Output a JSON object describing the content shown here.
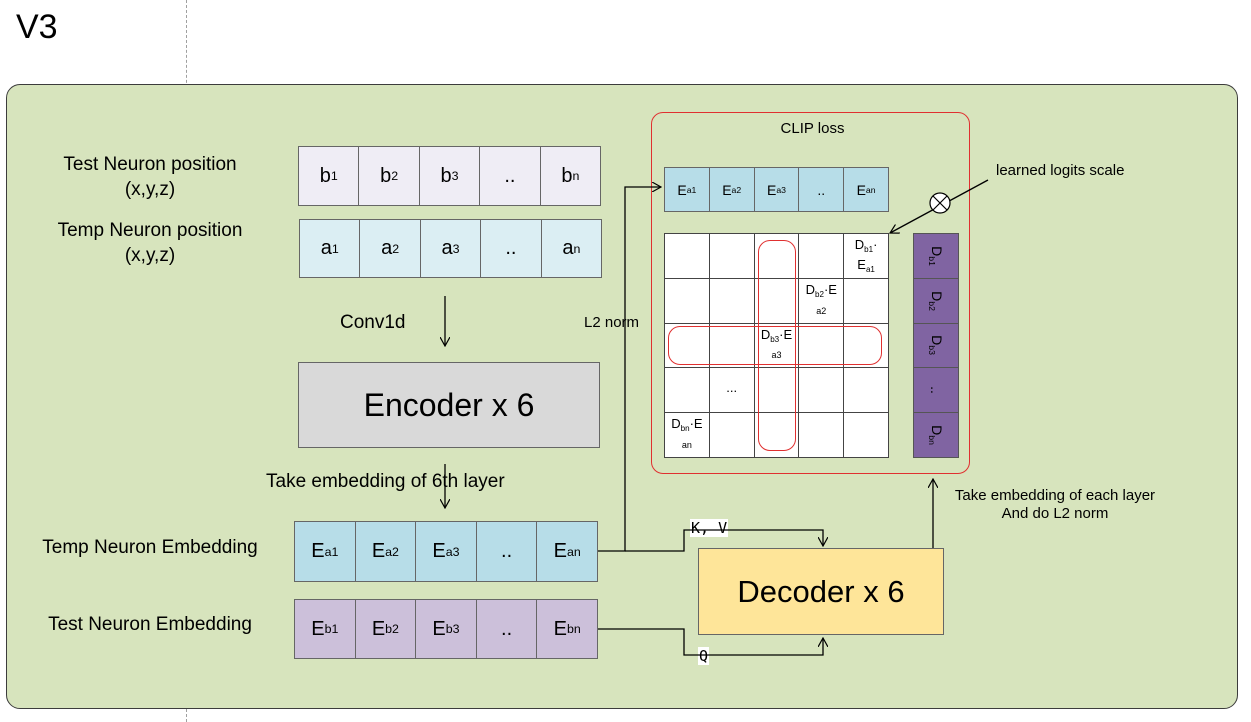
{
  "header": {
    "title": "V3"
  },
  "labels": {
    "test_position": "Test Neuron position",
    "test_position_coords": "(x,y,z)",
    "temp_position": "Temp Neuron position",
    "temp_position_coords": "(x,y,z)",
    "conv": "Conv1d",
    "take_6th": "Take embedding of  6th layer",
    "temp_embedding": "Temp Neuron Embedding",
    "test_embedding": "Test Neuron Embedding",
    "l2_norm": "L2 norm",
    "clip_loss": "CLIP loss",
    "logits_scale": "learned logits scale",
    "take_each_1": "Take embedding of each layer",
    "take_each_2": "And do L2 norm",
    "kv": "K, V",
    "q": "Q"
  },
  "blocks": {
    "encoder": "Encoder x 6",
    "decoder": "Decoder x 6"
  },
  "rows": {
    "b": [
      {
        "base": "b",
        "sub": "1"
      },
      {
        "base": "b",
        "sub": "2"
      },
      {
        "base": "b",
        "sub": "3"
      },
      {
        "base": "..",
        "sub": ""
      },
      {
        "base": "b",
        "sub": "n"
      }
    ],
    "a": [
      {
        "base": "a",
        "sub": "1"
      },
      {
        "base": "a",
        "sub": "2"
      },
      {
        "base": "a",
        "sub": "3"
      },
      {
        "base": "..",
        "sub": ""
      },
      {
        "base": "a",
        "sub": "n"
      }
    ],
    "ea": [
      {
        "base": "E",
        "sub": "a1"
      },
      {
        "base": "E",
        "sub": "a2"
      },
      {
        "base": "E",
        "sub": "a3"
      },
      {
        "base": "..",
        "sub": ""
      },
      {
        "base": "E",
        "sub": "an"
      }
    ],
    "eb": [
      {
        "base": "E",
        "sub": "b1"
      },
      {
        "base": "E",
        "sub": "b2"
      },
      {
        "base": "E",
        "sub": "b3"
      },
      {
        "base": "..",
        "sub": ""
      },
      {
        "base": "E",
        "sub": "bn"
      }
    ],
    "clip_top": [
      {
        "base": "E",
        "sub": "a1"
      },
      {
        "base": "E",
        "sub": "a2"
      },
      {
        "base": "E",
        "sub": "a3"
      },
      {
        "base": "..",
        "sub": ""
      },
      {
        "base": "E",
        "sub": "an"
      }
    ],
    "d_col": [
      {
        "base": "D",
        "sub": "b1"
      },
      {
        "base": "D",
        "sub": "b2"
      },
      {
        "base": "D",
        "sub": "b3"
      },
      {
        "base": "..",
        "sub": ""
      },
      {
        "base": "D",
        "sub": "bn"
      }
    ]
  },
  "matrix": {
    "d1": {
      "a": "D",
      "as": "b1",
      "b": "·",
      "c": "E",
      "cs": "a1"
    },
    "d2": {
      "a": "D",
      "as": "b2",
      "b": "·E",
      "cs": "a2"
    },
    "d3": {
      "a": "D",
      "as": "b3",
      "b": "·E",
      "cs": "a3"
    },
    "dn": {
      "a": "D",
      "as": "bn",
      "b": "·E",
      "cs": "an"
    },
    "dots": "..."
  }
}
